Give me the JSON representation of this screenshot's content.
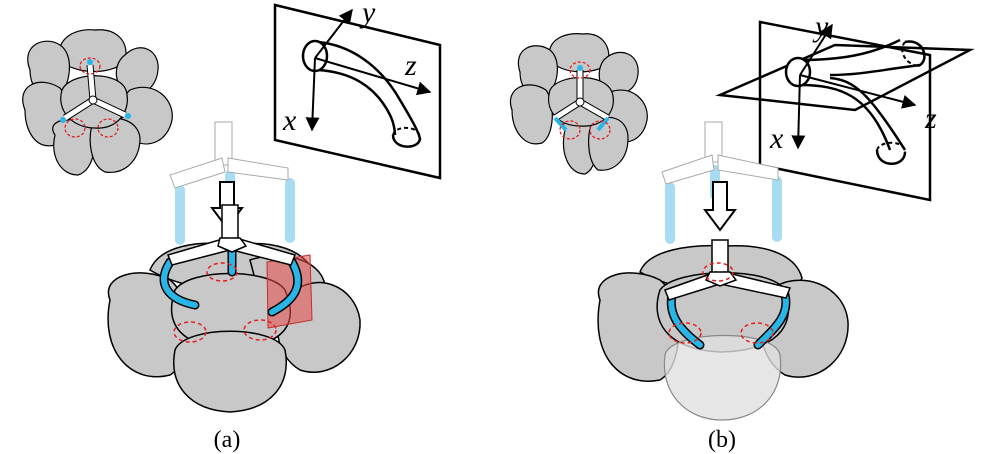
{
  "panels": [
    {
      "caption": "(a)",
      "axes": {
        "x": "x",
        "y": "y",
        "z": "z"
      }
    },
    {
      "caption": "(b)",
      "axes": {
        "x": "x",
        "y": "y",
        "z": "z"
      }
    }
  ],
  "colors": {
    "cell_fill": "#c8c8c8",
    "cell_stroke": "#000000",
    "tube": "#29b6e6",
    "tube_light": "#a8dcf2",
    "dashed_ring": "#e02020",
    "section_plane": "#e84848",
    "ghost_cell": "#e0e0e0"
  },
  "icons": [
    "down-arrow-icon",
    "axis-arrow-icon"
  ]
}
